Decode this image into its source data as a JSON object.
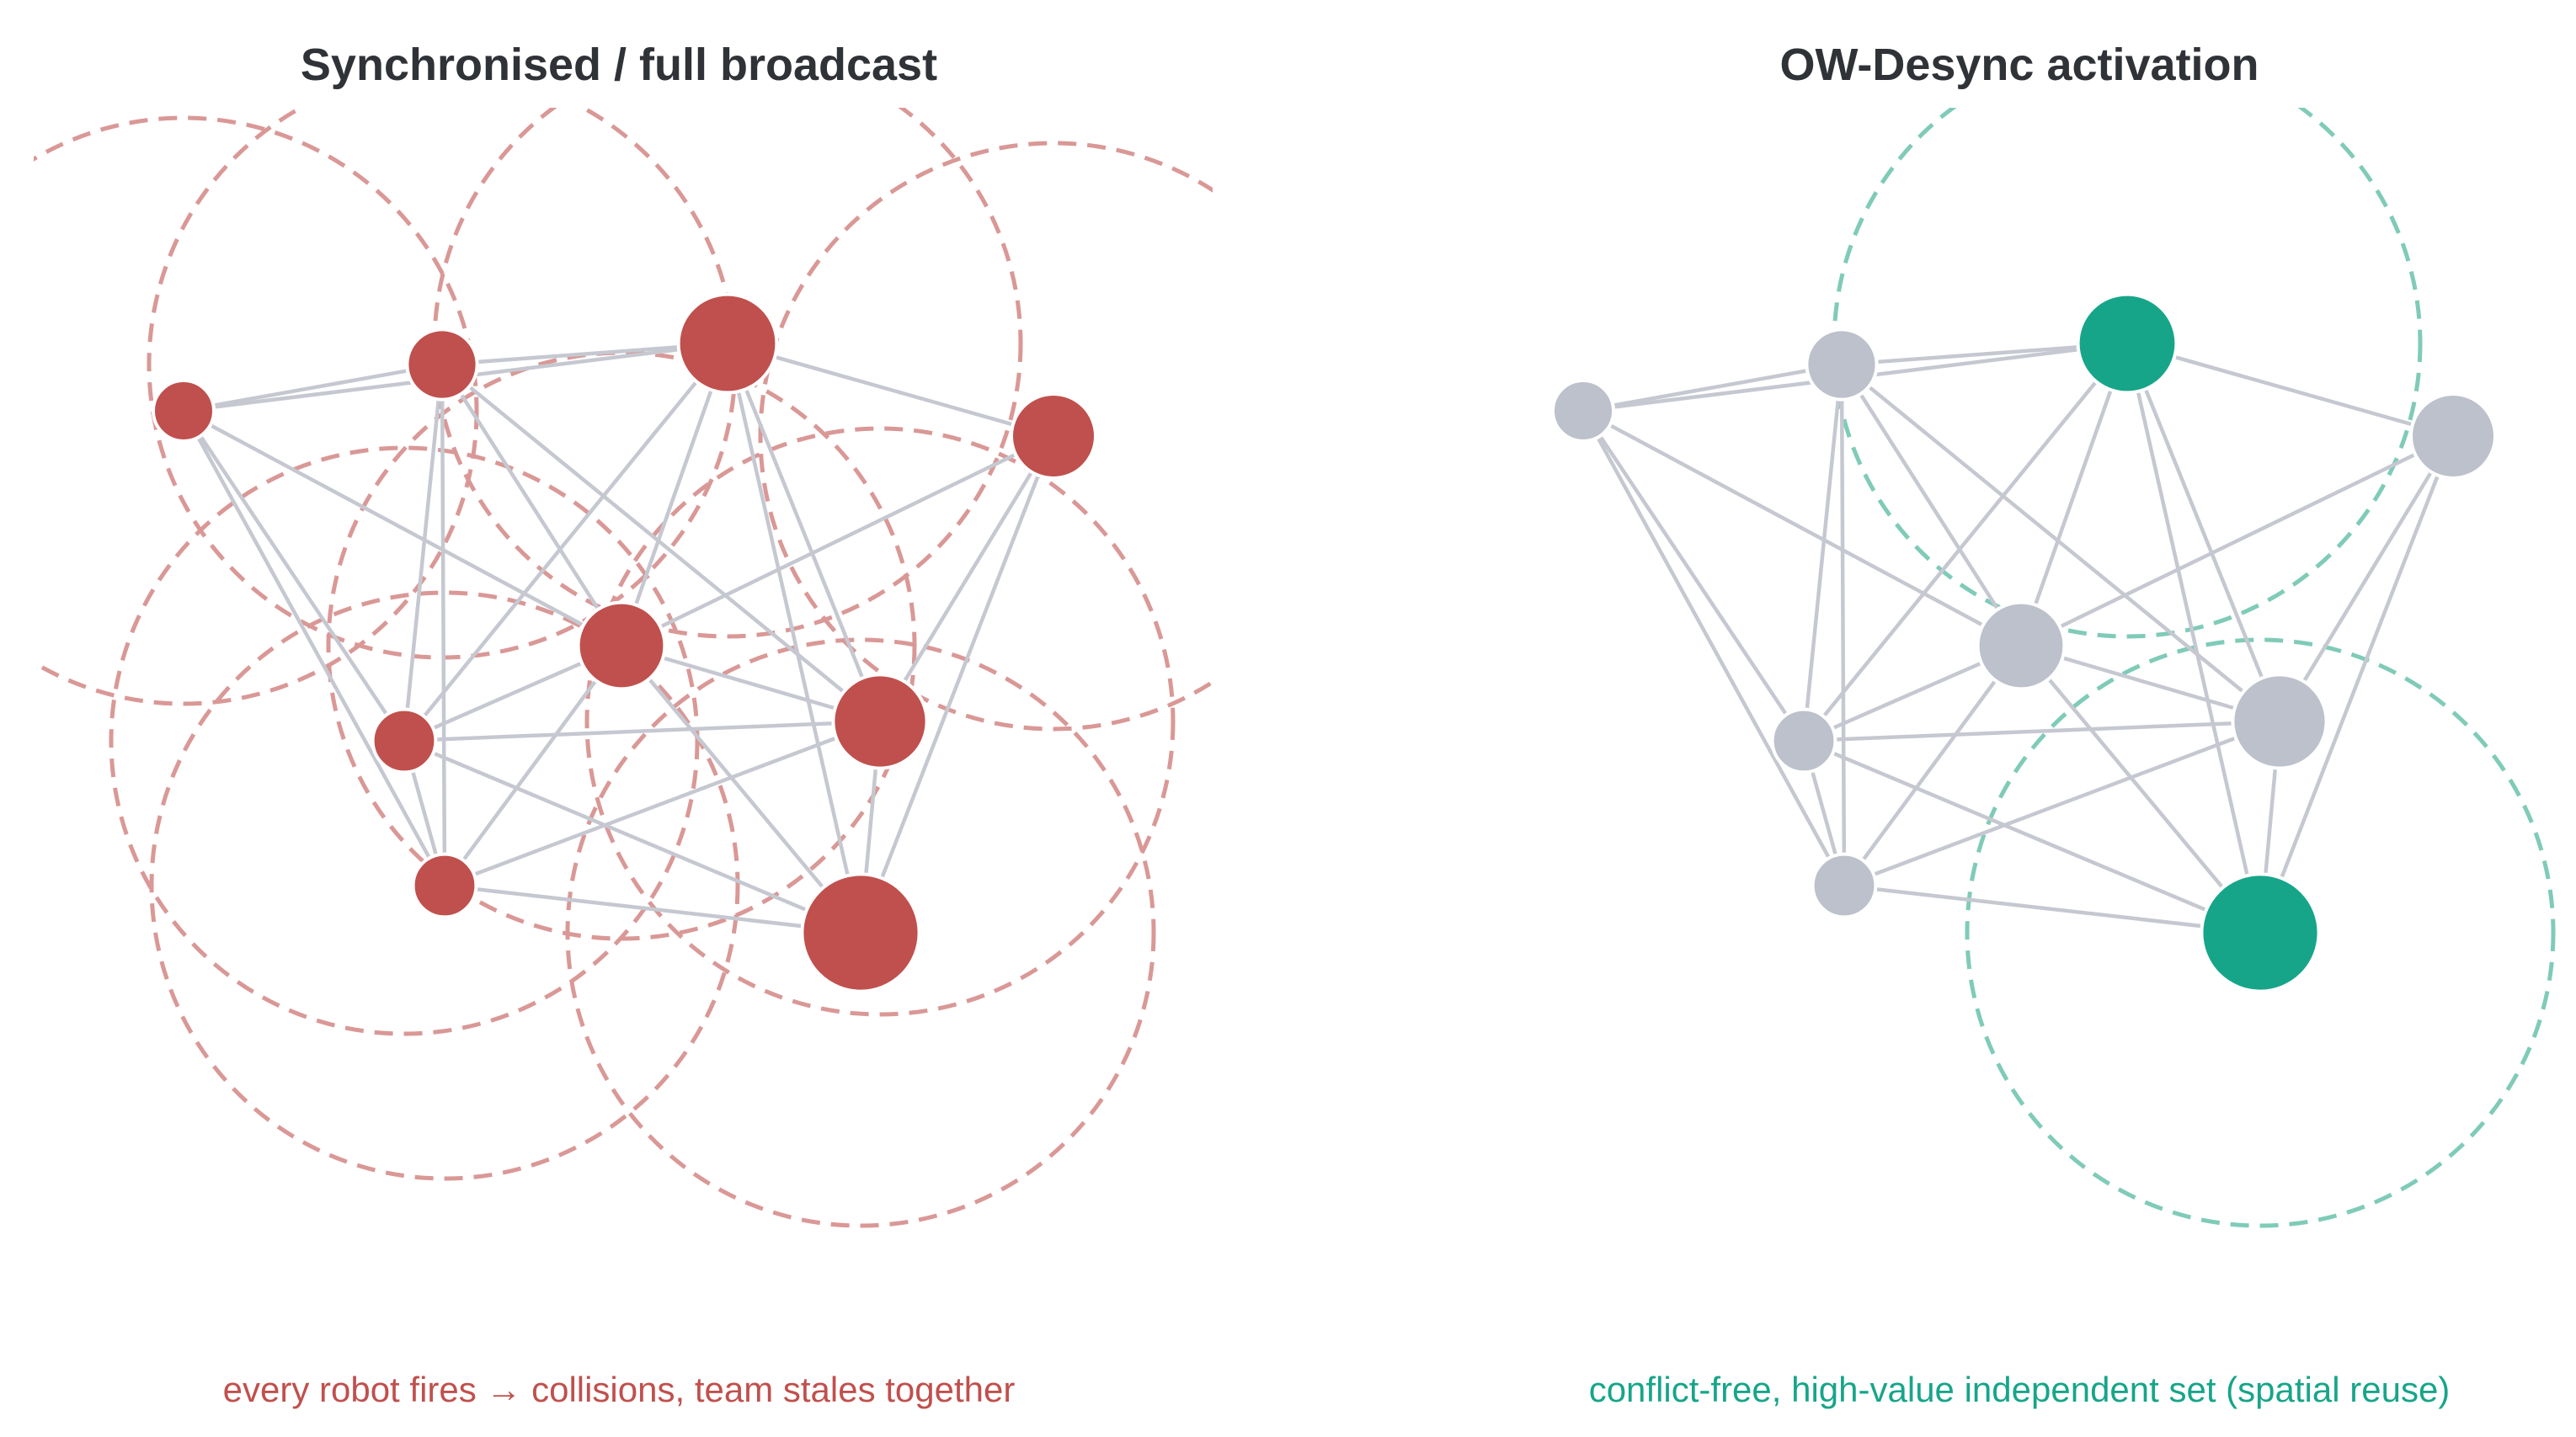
{
  "colors": {
    "edge": "#c5c8d0",
    "idle_node": "#bcc1cb",
    "sync_node": "#c0504d",
    "sync_range": "#d99896",
    "desync_node": "#17a589",
    "desync_range": "#7fcbb8",
    "title": "#2f3237",
    "sync_caption": "#c0504d",
    "desync_caption": "#17a589"
  },
  "graph": {
    "nodes": [
      {
        "id": "n1",
        "value": 1
      },
      {
        "id": "n2",
        "value": 1.4
      },
      {
        "id": "n3",
        "value": 2.6
      },
      {
        "id": "n4",
        "value": 2
      },
      {
        "id": "n5",
        "value": 2.1
      },
      {
        "id": "n6",
        "value": 1.1
      },
      {
        "id": "n7",
        "value": 2.4
      },
      {
        "id": "n8",
        "value": 1.1
      },
      {
        "id": "n9",
        "value": 3.4
      }
    ],
    "edges": [
      [
        "n1",
        "n2"
      ],
      [
        "n1",
        "n3"
      ],
      [
        "n1",
        "n5"
      ],
      [
        "n1",
        "n6"
      ],
      [
        "n1",
        "n8"
      ],
      [
        "n2",
        "n3"
      ],
      [
        "n2",
        "n5"
      ],
      [
        "n2",
        "n6"
      ],
      [
        "n2",
        "n7"
      ],
      [
        "n2",
        "n8"
      ],
      [
        "n3",
        "n4"
      ],
      [
        "n3",
        "n5"
      ],
      [
        "n3",
        "n6"
      ],
      [
        "n3",
        "n7"
      ],
      [
        "n3",
        "n9"
      ],
      [
        "n4",
        "n5"
      ],
      [
        "n4",
        "n7"
      ],
      [
        "n4",
        "n9"
      ],
      [
        "n5",
        "n6"
      ],
      [
        "n5",
        "n7"
      ],
      [
        "n5",
        "n8"
      ],
      [
        "n5",
        "n9"
      ],
      [
        "n6",
        "n7"
      ],
      [
        "n6",
        "n8"
      ],
      [
        "n6",
        "n9"
      ],
      [
        "n7",
        "n8"
      ],
      [
        "n7",
        "n9"
      ],
      [
        "n8",
        "n9"
      ]
    ]
  },
  "panels": [
    {
      "title": "Synchronised / full broadcast",
      "caption": "every robot fires → collisions, team stales together",
      "mode": "sync",
      "active": [
        "n1",
        "n2",
        "n3",
        "n4",
        "n5",
        "n6",
        "n7",
        "n8",
        "n9"
      ]
    },
    {
      "title": "OW-Desync activation",
      "caption": "conflict-free, high-value independent set (spatial reuse)",
      "mode": "desync",
      "active": [
        "n3",
        "n9"
      ]
    }
  ]
}
